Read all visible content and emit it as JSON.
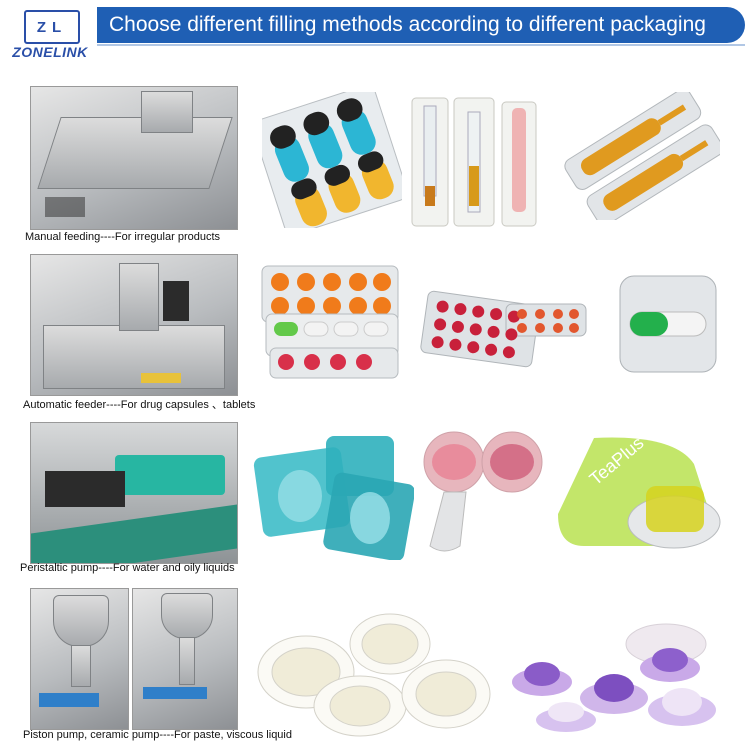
{
  "header": {
    "logo_letters": "ZL",
    "logo_text": "ZONELINK",
    "title": "Choose different filling methods according to different packaging",
    "accent_color": "#1f5fb4"
  },
  "rows": [
    {
      "caption": "Manual feeding----For irregular products"
    },
    {
      "caption": "Automatic feeder----For drug capsules 、tablets"
    },
    {
      "caption": "Peristaltic pump----For water and oily liquids"
    },
    {
      "caption": "Piston pump, ceramic pump----For paste, viscous liquid"
    }
  ],
  "product_label": "TeaPlus"
}
